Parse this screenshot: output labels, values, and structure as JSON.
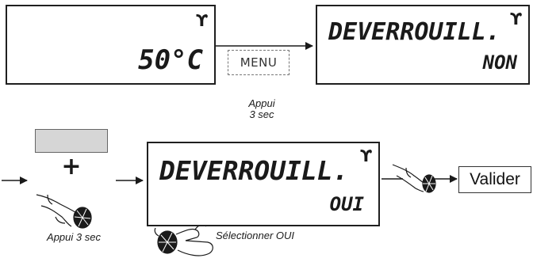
{
  "screen_top_left": {
    "value": "50°C"
  },
  "screen_top_right": {
    "line1": "DEVERROUILL.",
    "line2": "NON"
  },
  "screen_bottom": {
    "line1": "DEVERROUILL.",
    "line2": "OUI"
  },
  "menu_button": {
    "label": "MENU"
  },
  "menu_caption": {
    "line1": "Appui",
    "line2": "3 sec"
  },
  "plus_sign": "+",
  "press_caption": "Appui 3 sec",
  "select_caption": "Sélectionner OUI",
  "validate_button": {
    "label": "Valider"
  },
  "wrench_glyph": "ϒ",
  "icons": [
    "wrench-icon",
    "clock-icon",
    "hand-turning-knob-icon",
    "hand-pressing-knob-icon",
    "arrow-icon"
  ]
}
